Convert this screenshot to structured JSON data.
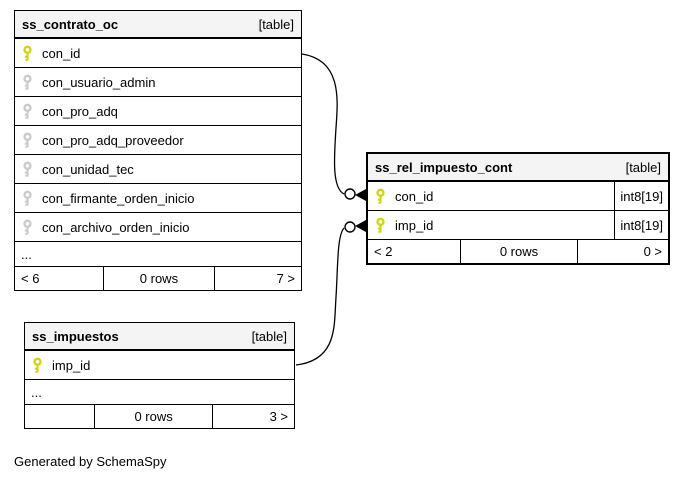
{
  "colors": {
    "background": "#ffffff",
    "header_bg": "#f4f4f4",
    "border": "#000000",
    "pk_key": "#d4d404",
    "fk_key": "#c9c9c9"
  },
  "diagram": {
    "generated_note": "Generated by SchemaSpy",
    "tables": [
      {
        "title": "ss_contrato_oc",
        "badge": "[table]",
        "columns": [
          {
            "name": "con_id",
            "key": "primary"
          },
          {
            "name": "con_usuario_admin",
            "key": "foreign"
          },
          {
            "name": "con_pro_adq",
            "key": "foreign"
          },
          {
            "name": "con_pro_adq_proveedor",
            "key": "foreign"
          },
          {
            "name": "con_unidad_tec",
            "key": "foreign"
          },
          {
            "name": "con_firmante_orden_inicio",
            "key": "foreign"
          },
          {
            "name": "con_archivo_orden_inicio",
            "key": "foreign"
          }
        ],
        "ellipsis": "...",
        "footer": {
          "left": "< 6",
          "center": "0 rows",
          "right": "7 >"
        }
      },
      {
        "title": "ss_rel_impuesto_cont",
        "badge": "[table]",
        "columns": [
          {
            "name": "con_id",
            "key": "primary",
            "type": "int8[19]"
          },
          {
            "name": "imp_id",
            "key": "primary",
            "type": "int8[19]"
          }
        ],
        "footer": {
          "left": "< 2",
          "center": "0 rows",
          "right": "0 >"
        }
      },
      {
        "title": "ss_impuestos",
        "badge": "[table]",
        "columns": [
          {
            "name": "imp_id",
            "key": "primary"
          }
        ],
        "ellipsis": "...",
        "footer": {
          "left": "",
          "center": "0 rows",
          "right": "3 >"
        }
      }
    ]
  }
}
